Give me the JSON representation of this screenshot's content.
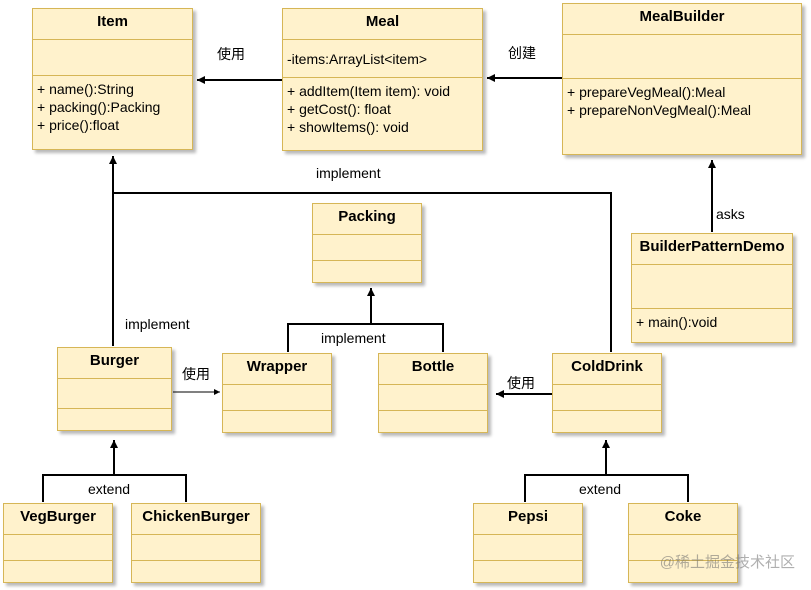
{
  "classes": {
    "item": {
      "name": "Item",
      "attributes": [],
      "methods": [
        "+ name():String",
        "+ packing():Packing",
        "+ price():float"
      ]
    },
    "meal": {
      "name": "Meal",
      "attributes": [
        "-items:ArrayList<item>"
      ],
      "methods": [
        "+ addItem(Item item): void",
        "+ getCost(): float",
        "+ showItems(): void"
      ]
    },
    "meal_builder": {
      "name": "MealBuilder",
      "attributes": [],
      "methods": [
        "+ prepareVegMeal():Meal",
        "+ prepareNonVegMeal():Meal"
      ]
    },
    "packing": {
      "name": "Packing",
      "attributes": [],
      "methods": []
    },
    "builder_pattern_demo": {
      "name": "BuilderPatternDemo",
      "attributes": [],
      "methods": [
        "+ main():void"
      ]
    },
    "burger": {
      "name": "Burger",
      "attributes": [],
      "methods": []
    },
    "wrapper": {
      "name": "Wrapper",
      "attributes": [],
      "methods": []
    },
    "bottle": {
      "name": "Bottle",
      "attributes": [],
      "methods": []
    },
    "cold_drink": {
      "name": "ColdDrink",
      "attributes": [],
      "methods": []
    },
    "veg_burger": {
      "name": "VegBurger",
      "attributes": [],
      "methods": []
    },
    "chicken_burger": {
      "name": "ChickenBurger",
      "attributes": [],
      "methods": []
    },
    "pepsi": {
      "name": "Pepsi",
      "attributes": [],
      "methods": []
    },
    "coke": {
      "name": "Coke",
      "attributes": [],
      "methods": []
    }
  },
  "relations": {
    "meal_uses_item": "使用",
    "builder_creates_meal": "创建",
    "colddrink_implements_item": "implement",
    "demo_asks_builder": "asks",
    "burger_implements_item": "implement",
    "packing_implement": "implement",
    "burger_uses_wrapper": "使用",
    "colddrink_uses_bottle": "使用",
    "burger_extend": "extend",
    "colddrink_extend": "extend"
  },
  "watermark": "@稀土掘金技术社区",
  "colors": {
    "class_fill": "#fff2cc",
    "class_border": "#d6b656",
    "line": "#000000"
  }
}
